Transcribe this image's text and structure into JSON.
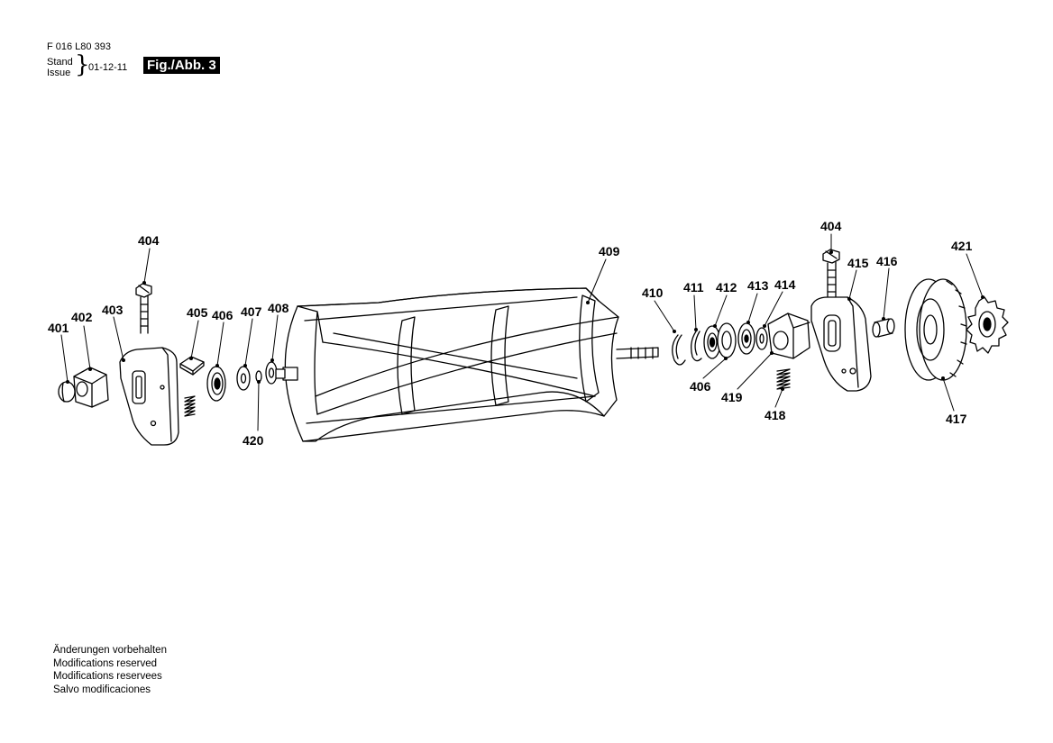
{
  "header": {
    "doc_number": "F 016 L80 393",
    "stand_label": "Stand",
    "issue_label": "Issue",
    "issue_date": "01-12-11",
    "figure_label": "Fig./Abb. 3"
  },
  "callouts": {
    "c401": "401",
    "c402": "402",
    "c403": "403",
    "c404a": "404",
    "c405": "405",
    "c406a": "406",
    "c407": "407",
    "c408": "408",
    "c409": "409",
    "c410": "410",
    "c411": "411",
    "c412": "412",
    "c413": "413",
    "c414": "414",
    "c404b": "404",
    "c415": "415",
    "c416": "416",
    "c421": "421",
    "c420": "420",
    "c406b": "406",
    "c419": "419",
    "c418": "418",
    "c417": "417"
  },
  "footer": {
    "line_de": "Änderungen vorbehalten",
    "line_en": "Modifications reserved",
    "line_fr": "Modifications reservees",
    "line_es": "Salvo modificaciones"
  }
}
